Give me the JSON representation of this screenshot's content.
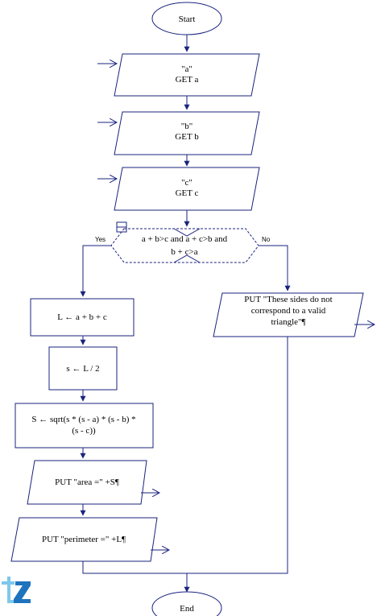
{
  "colors": {
    "stroke": "#1a237e",
    "text": "#000000",
    "logo_light": "#7ec8ec",
    "logo_dark": "#1e73be"
  },
  "flowchart": {
    "start": "Start",
    "end": "End",
    "input_a": {
      "prompt": "\"a\"",
      "action": "GET a"
    },
    "input_b": {
      "prompt": "\"b\"",
      "action": "GET b"
    },
    "input_c": {
      "prompt": "\"c\"",
      "action": "GET c"
    },
    "decision": {
      "line1": "a + b>c and a + c>b and",
      "line2": "b + c>a",
      "yes": "Yes",
      "no": "No"
    },
    "assign_L": "L ← a + b + c",
    "assign_s": "s ← L / 2",
    "assign_S_line1": "S ← sqrt(s * (s - a) * (s - b) *",
    "assign_S_line2": "(s - c))",
    "output_area": "PUT \"area =\" +S¶",
    "output_perimeter": "PUT \"perimeter =\" +L¶",
    "output_invalid_line1": "PUT \"These sides do not",
    "output_invalid_line2": "correspond to a valid",
    "output_invalid_line3": "triangle\"¶"
  },
  "logo": {
    "icon": "logo-mark-icon",
    "text": "tZ"
  }
}
